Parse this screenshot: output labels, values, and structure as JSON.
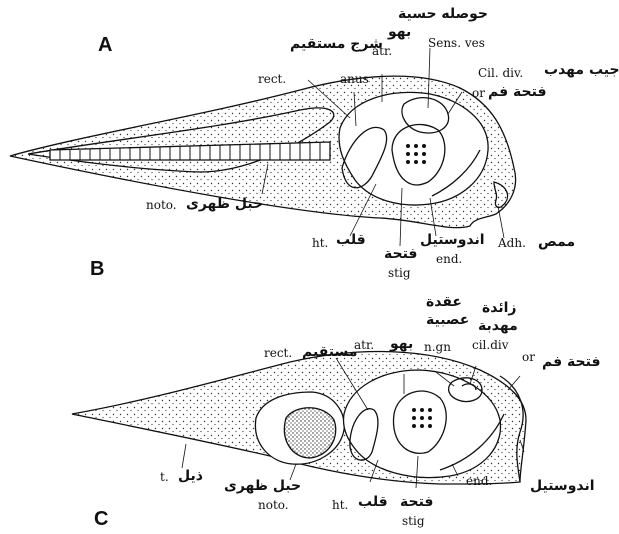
{
  "panels": {
    "a": {
      "letter": "A"
    },
    "b": {
      "letter": "B"
    },
    "c": {
      "letter": "C"
    }
  },
  "fig_b": {
    "sens_ves_ar": "حوصله حسية",
    "sens_ves": "Sens. ves",
    "atr_ar": "بهو",
    "atr": "atr.",
    "rect_ar": "شرج مستقيم",
    "rect": "rect.",
    "anus": "anus",
    "cil_div_ar": "جيب مهدب",
    "cil_div": "Cil. div.",
    "or_ar": "فتحة فم",
    "or": "or",
    "noto": "noto.",
    "noto_ar": "حبل ظهرى",
    "ht": "ht.",
    "ht_ar": "قلب",
    "stig_ar": "فتحة",
    "stig": "stig",
    "end_ar": "اندوستيل",
    "end": "end.",
    "adh": "Adh.",
    "adh_ar": "ممص"
  },
  "fig_c": {
    "n_gn_ar_1": "عقدة",
    "n_gn_ar_2": "عصبية",
    "cil_div_ar_1": "زائدة",
    "cil_div_ar_2": "مهدبة",
    "atr": "atr.",
    "atr_ar": "بهو",
    "n_gn": "n.gn",
    "cil_div": "cil.div",
    "or": "or",
    "or_ar": "فتحة فم",
    "rect": "rect.",
    "rect_ar": "مستقيم",
    "t": "t.",
    "t_ar": "ذيل",
    "noto_ar": "حبل ظهرى",
    "noto": "noto.",
    "ht": "ht.",
    "ht_ar": "قلب",
    "stig_ar": "فتحة",
    "stig": "stig",
    "end": "end.",
    "end_ar": "اندوستيل"
  }
}
